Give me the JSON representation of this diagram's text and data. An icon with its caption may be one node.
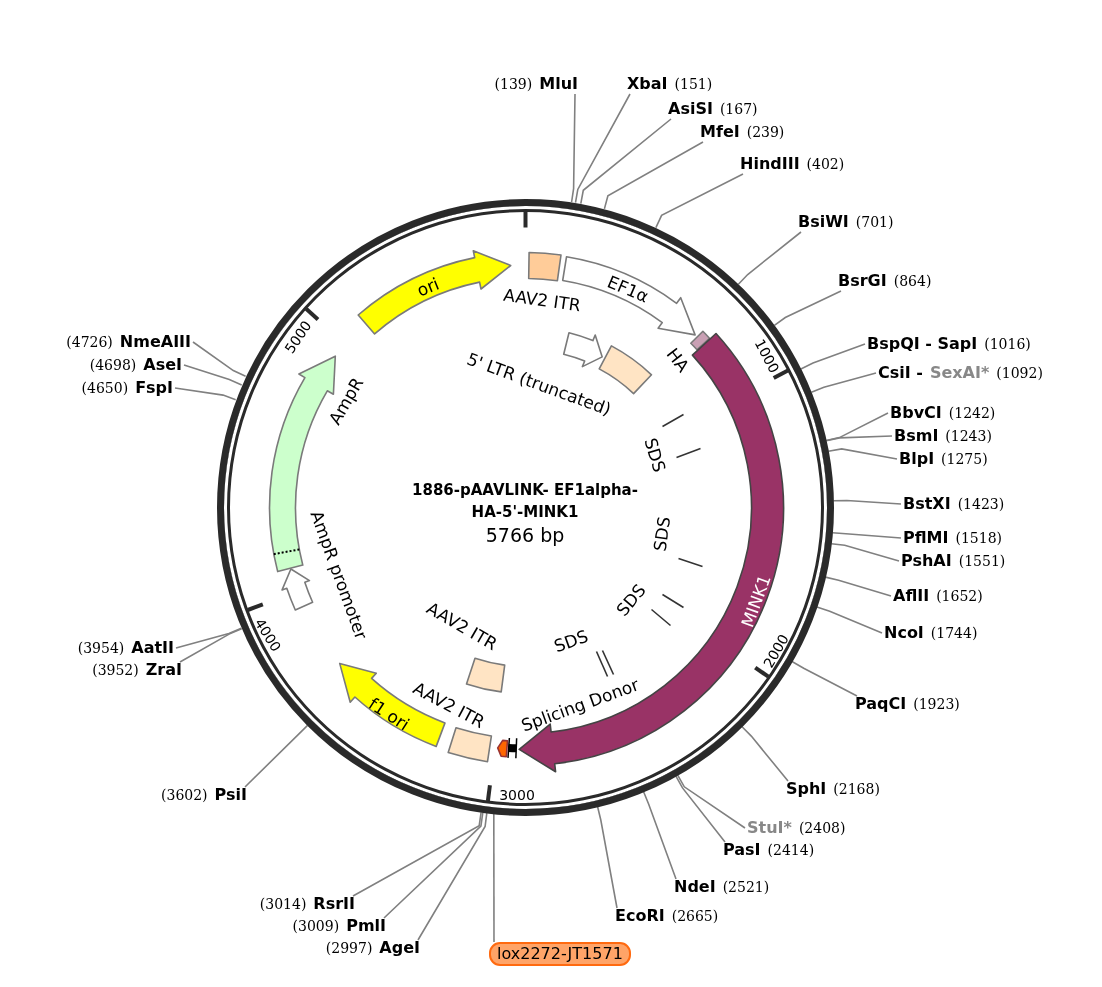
{
  "diagram": {
    "title": "1886-pAAVLINK- EF1alpha-HA-5'-MINK1",
    "nodes": [
      {
        "text": [],
        "shape": "circle"
      },
      {
        "text": [
          "(139)",
          "MluI"
        ]
      },
      {
        "text": [
          "XbaI",
          "(151)"
        ]
      },
      {
        "text": [
          "AsiSI",
          "(167)"
        ]
      },
      {
        "text": [
          "MfeI",
          "(239)"
        ]
      },
      {
        "text": [
          "HindIII",
          "(402)"
        ]
      },
      {
        "text": [
          "BsiWI",
          "(701)"
        ]
      },
      {
        "text": [
          "BsrGI",
          "(864)"
        ]
      },
      {
        "text": [
          "BspQI - SapI",
          "(1016)"
        ]
      },
      {
        "text": [
          "(4726)",
          "NmeAIII"
        ]
      },
      {
        "text": [
          "CsiI -",
          "SexAI*",
          "(1092)"
        ]
      },
      {
        "text": [
          "(4698)",
          "AseI"
        ]
      },
      {
        "text": [
          "(4650)",
          "FspI"
        ]
      },
      {
        "text": [
          "BbvCI",
          "(1242)"
        ]
      },
      {
        "text": [
          "BsmI",
          "(1243)"
        ]
      },
      {
        "text": [
          "BlpI",
          "(1275)"
        ]
      },
      {
        "text": [
          "BstXI",
          "(1423)"
        ]
      },
      {
        "text": [
          "PflMI",
          "(1518)"
        ]
      },
      {
        "text": [
          "PshAI",
          "(1551)"
        ]
      },
      {
        "text": [
          "AflII",
          "(1652)"
        ]
      },
      {
        "text": [
          "NcoI",
          "(1744)"
        ]
      },
      {
        "text": [
          "(3954)",
          "AatII"
        ]
      },
      {
        "text": [
          "(3952)",
          "ZraI"
        ]
      },
      {
        "text": [
          "PaqCI",
          "(1923)"
        ]
      },
      {
        "text": [
          "(3602)",
          "PsiI"
        ]
      },
      {
        "text": [
          "SphI",
          "(2168)"
        ]
      },
      {
        "text": [
          "StuI*",
          "(2408)"
        ]
      },
      {
        "text": [
          "PasI",
          "(2414)"
        ]
      },
      {
        "text": [
          "NdeI",
          "(2521)"
        ]
      },
      {
        "text": [
          "(3014)",
          "RsrII"
        ]
      },
      {
        "text": [
          "EcoRI",
          "(2665)"
        ]
      },
      {
        "text": [
          "(3009)",
          "PmlI"
        ]
      },
      {
        "text": [
          "(2997)",
          "AgeI"
        ]
      },
      {
        "text": [
          "lox2272-JT1571"
        ]
      },
      {
        "text": [
          "ori"
        ],
        "in": 0
      },
      {
        "text": [
          "AAV2 ITR"
        ],
        "in": 0
      },
      {
        "text": [
          "EF1α"
        ],
        "in": 0
      },
      {
        "text": [],
        "shape": "arrow",
        "in": 0
      },
      {
        "text": [
          "5' LTR (truncated)"
        ],
        "in": 0
      },
      {
        "text": [
          "HA"
        ],
        "in": 0
      },
      {
        "text": [
          "SDS"
        ],
        "in": 0
      },
      {
        "text": [
          "SDS"
        ],
        "in": 0
      },
      {
        "text": [
          "SDS"
        ],
        "in": 0
      },
      {
        "text": [
          "SDS"
        ],
        "in": 0
      },
      {
        "text": [
          "MINK1"
        ],
        "in": 0
      },
      {
        "text": [
          "Splicing Donor"
        ],
        "in": 0
      },
      {
        "text": [
          "AAV2 ITR"
        ],
        "in": 0
      },
      {
        "text": [
          "AAV2 ITR"
        ],
        "in": 0
      },
      {
        "text": [
          "f1 ori"
        ],
        "in": 0
      },
      {
        "text": [
          "AmpR"
        ],
        "in": 0
      },
      {
        "text": [
          "AmpR promoter"
        ],
        "in": 0
      },
      {
        "text": [],
        "shape": "arrow",
        "in": 0
      }
    ],
    "edges": [
      {
        "from": 1,
        "to": 0,
        "arrow": "none"
      },
      {
        "from": 2,
        "to": 0,
        "arrow": "none"
      },
      {
        "from": 3,
        "to": 0,
        "arrow": "none"
      },
      {
        "from": 4,
        "to": 0,
        "arrow": "none"
      },
      {
        "from": 5,
        "to": 0,
        "arrow": "none"
      },
      {
        "from": 6,
        "to": 0,
        "arrow": "none"
      },
      {
        "from": 7,
        "to": 0,
        "arrow": "none"
      },
      {
        "from": 8,
        "to": 0,
        "arrow": "none"
      },
      {
        "from": 9,
        "to": 0,
        "arrow": "none"
      },
      {
        "from": 10,
        "to": 0,
        "arrow": "none"
      },
      {
        "from": 11,
        "to": 0,
        "arrow": "none"
      },
      {
        "from": 12,
        "to": 0,
        "arrow": "none"
      },
      {
        "from": 13,
        "to": 0,
        "arrow": "none"
      },
      {
        "from": 14,
        "to": 0,
        "arrow": "none"
      },
      {
        "from": 15,
        "to": 0,
        "arrow": "none"
      },
      {
        "from": 16,
        "to": 0,
        "arrow": "none"
      },
      {
        "from": 17,
        "to": 0,
        "arrow": "none"
      },
      {
        "from": 18,
        "to": 0,
        "arrow": "none"
      },
      {
        "from": 19,
        "to": 0,
        "arrow": "none"
      },
      {
        "from": 20,
        "to": 0,
        "arrow": "none"
      },
      {
        "from": 21,
        "to": 0,
        "arrow": "none"
      },
      {
        "from": 22,
        "to": 0,
        "arrow": "none"
      },
      {
        "from": 23,
        "to": 0,
        "arrow": "none"
      },
      {
        "from": 24,
        "to": 0,
        "arrow": "none"
      },
      {
        "from": 25,
        "to": 0,
        "arrow": "none"
      },
      {
        "from": 26,
        "to": 0,
        "arrow": "none"
      },
      {
        "from": 27,
        "to": 0,
        "arrow": "none"
      },
      {
        "from": 28,
        "to": 0,
        "arrow": "none"
      },
      {
        "from": 29,
        "to": 0,
        "arrow": "none"
      },
      {
        "from": 30,
        "to": 0,
        "arrow": "none"
      },
      {
        "from": 31,
        "to": 0,
        "arrow": "none"
      },
      {
        "from": 32,
        "to": 0,
        "arrow": "none"
      },
      {
        "from": 33,
        "to": 0,
        "arrow": "none"
      }
    ],
    "labels": [
      "5766 bp",
      "1000",
      "2000",
      "3000",
      "4000",
      "5000"
    ]
  }
}
